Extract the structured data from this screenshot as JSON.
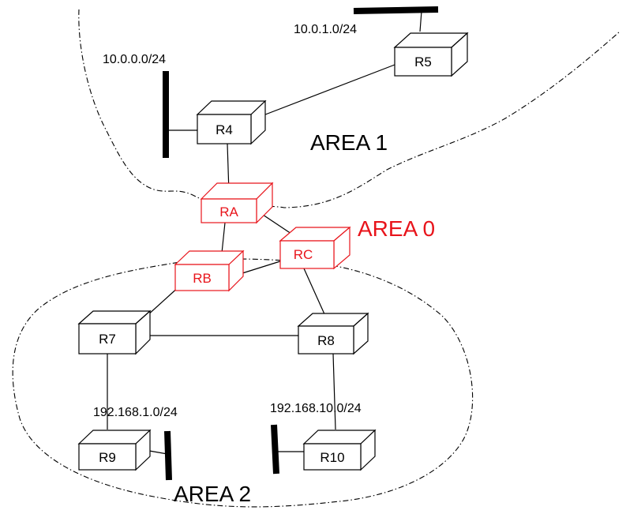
{
  "colors": {
    "backbone": "#e8141b",
    "default": "#000000"
  },
  "areas": {
    "area1": "AREA 1",
    "area0": "AREA 0",
    "area2": "AREA 2"
  },
  "networks": {
    "n10_0_0_0": "10.0.0.0/24",
    "n10_0_1_0": "10.0.1.0/24",
    "n192_168_1_0": "192.168.1.0/24",
    "n192_168_10_0": "192.168.10.0/24"
  },
  "routers": {
    "R4": "R4",
    "R5": "R5",
    "RA": "RA",
    "RB": "RB",
    "RC": "RC",
    "R7": "R7",
    "R8": "R8",
    "R9": "R9",
    "R10": "R10"
  }
}
